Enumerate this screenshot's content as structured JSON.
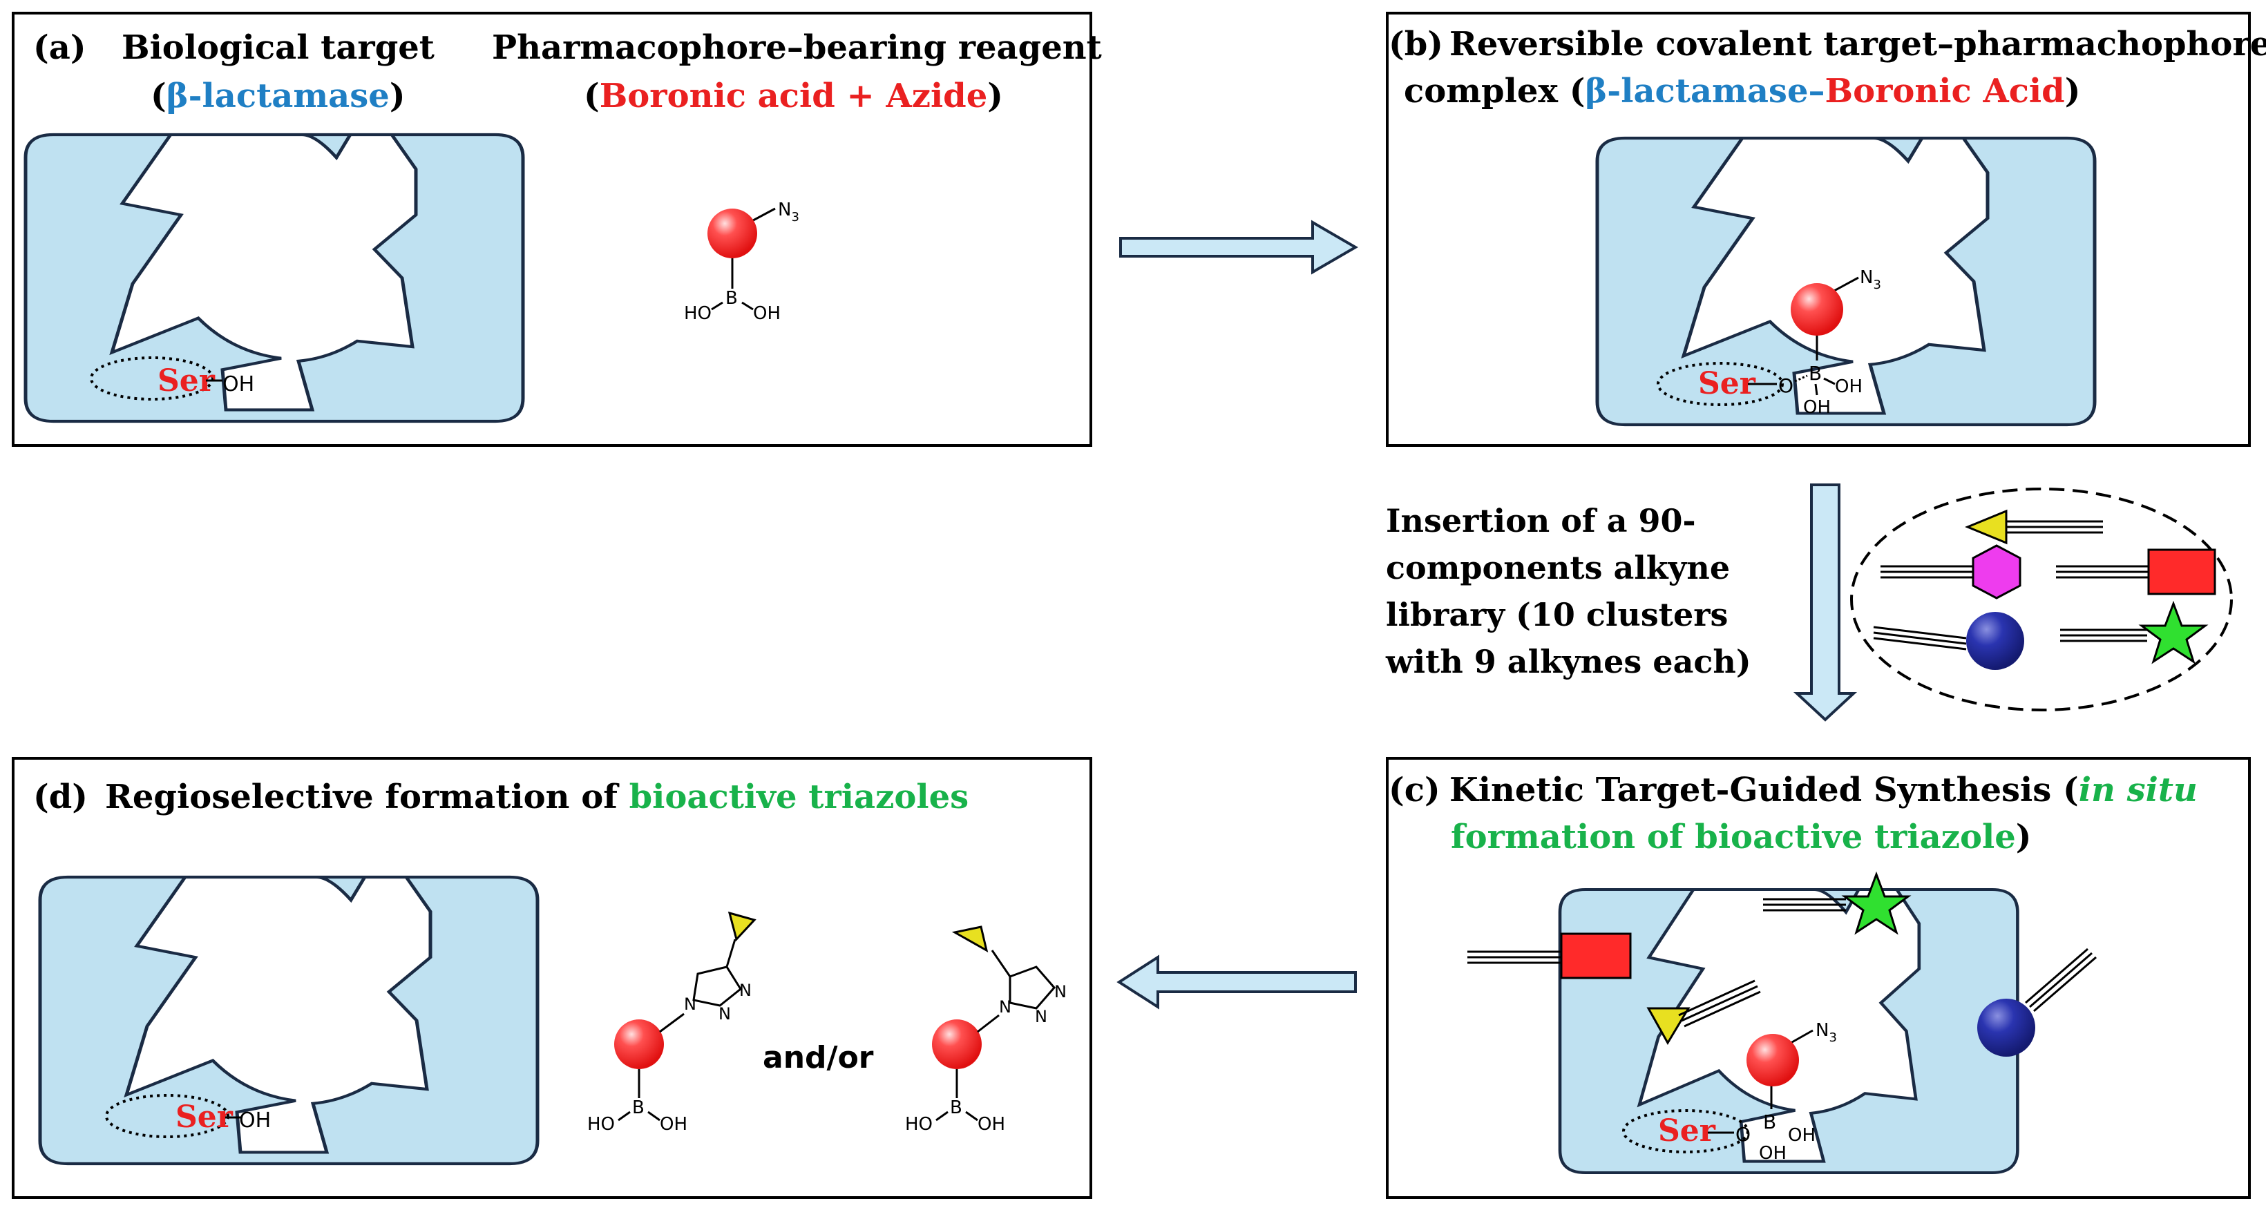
{
  "colors": {
    "blue_text": "#1f7fc4",
    "red_text": "#ea2020",
    "green_text": "#18b24a",
    "pocket_fill": "#bfe1f1",
    "arrow_fill": "#cbe8f6",
    "sphere_red": "#ff3030",
    "triangle_yellow": "#e8e020",
    "hexagon_magenta": "#ee3cee",
    "square_red": "#ff2a2a",
    "sphere_blue": "#202a9c",
    "star_green": "#30e030"
  },
  "panel_a": {
    "label": "(a)",
    "target_title": "Biological target",
    "target_paren_open": "(",
    "target_name": "β-lactamase",
    "target_paren_close": ")",
    "reagent_title": "Pharmacophore–bearing reagent",
    "reagent_paren_open": "(",
    "reagent_name": "Boronic acid + Azide",
    "reagent_paren_close": ")",
    "ser": "Ser",
    "oh": "OH",
    "n3": "N",
    "n3_sub": "3",
    "b": "B",
    "ho": "HO",
    "oh2": "OH"
  },
  "panel_b": {
    "label": "(b)",
    "title_line1": "Reversible covalent target–pharmachophore",
    "title_line2_prefix": "complex  (",
    "enzyme": "β-lactamase",
    "dash": "–",
    "ligand": "Boronic Acid",
    "close": ")",
    "ser": "Ser",
    "o": "O",
    "b": "B",
    "oh": "OH",
    "oh2": "OH",
    "n3": "N",
    "n3_sub": "3"
  },
  "insertion": {
    "lines": [
      "Insertion  of  a  90-",
      "components    alkyne",
      "library  (10  clusters",
      "with 9 alkynes each)"
    ]
  },
  "panel_c": {
    "label": "(c)",
    "title_part1": "Kinetic  Target-Guided  Synthesis  (",
    "title_italic": "in  situ",
    "title_line2": "formation of bioactive triazole",
    "title_close": ")",
    "ser": "Ser",
    "o": "O",
    "b": "B",
    "oh": "OH",
    "oh2": "OH",
    "n3": "N",
    "n3_sub": "3"
  },
  "panel_d": {
    "label": "(d)",
    "title_prefix": "Regioselective formation of ",
    "title_green": "bioactive triazoles",
    "ser": "Ser",
    "oh": "OH",
    "andor": "and/or",
    "n": "N",
    "b": "B",
    "ho": "HO",
    "oh2": "OH"
  }
}
